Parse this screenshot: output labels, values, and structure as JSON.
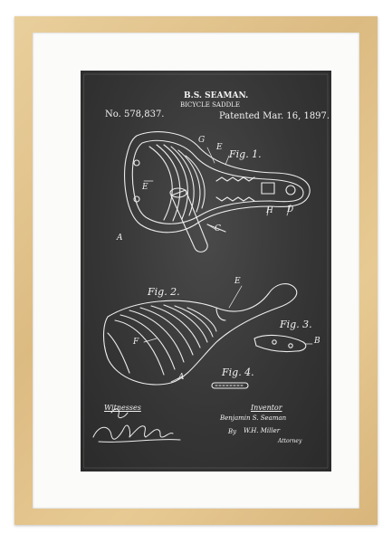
{
  "patent": {
    "inventor": "B.S. SEAMAN.",
    "title": "BICYCLE SADDLE",
    "number": "No. 578,837.",
    "date": "Patented Mar. 16, 1897.",
    "figures": [
      "Fig. 1.",
      "Fig. 2.",
      "Fig. 3.",
      "Fig. 4."
    ],
    "letters": {
      "G": "G",
      "E": "E",
      "H": "H",
      "D": "D",
      "C": "C",
      "A": "A",
      "F": "F",
      "B": "B"
    },
    "witnesses_label": "Witnesses",
    "inventor_label": "Inventor",
    "inventor_signature": "Benjamin S. Seaman",
    "attorney_prefix": "By",
    "attorney_signature": "W.H. Miller",
    "attorney_label": "Attorney"
  },
  "colors": {
    "frame": "#dcbb82",
    "mat": "#fbfbfa",
    "chalkboard": "#363636",
    "chalk": "#f2f2f2"
  }
}
